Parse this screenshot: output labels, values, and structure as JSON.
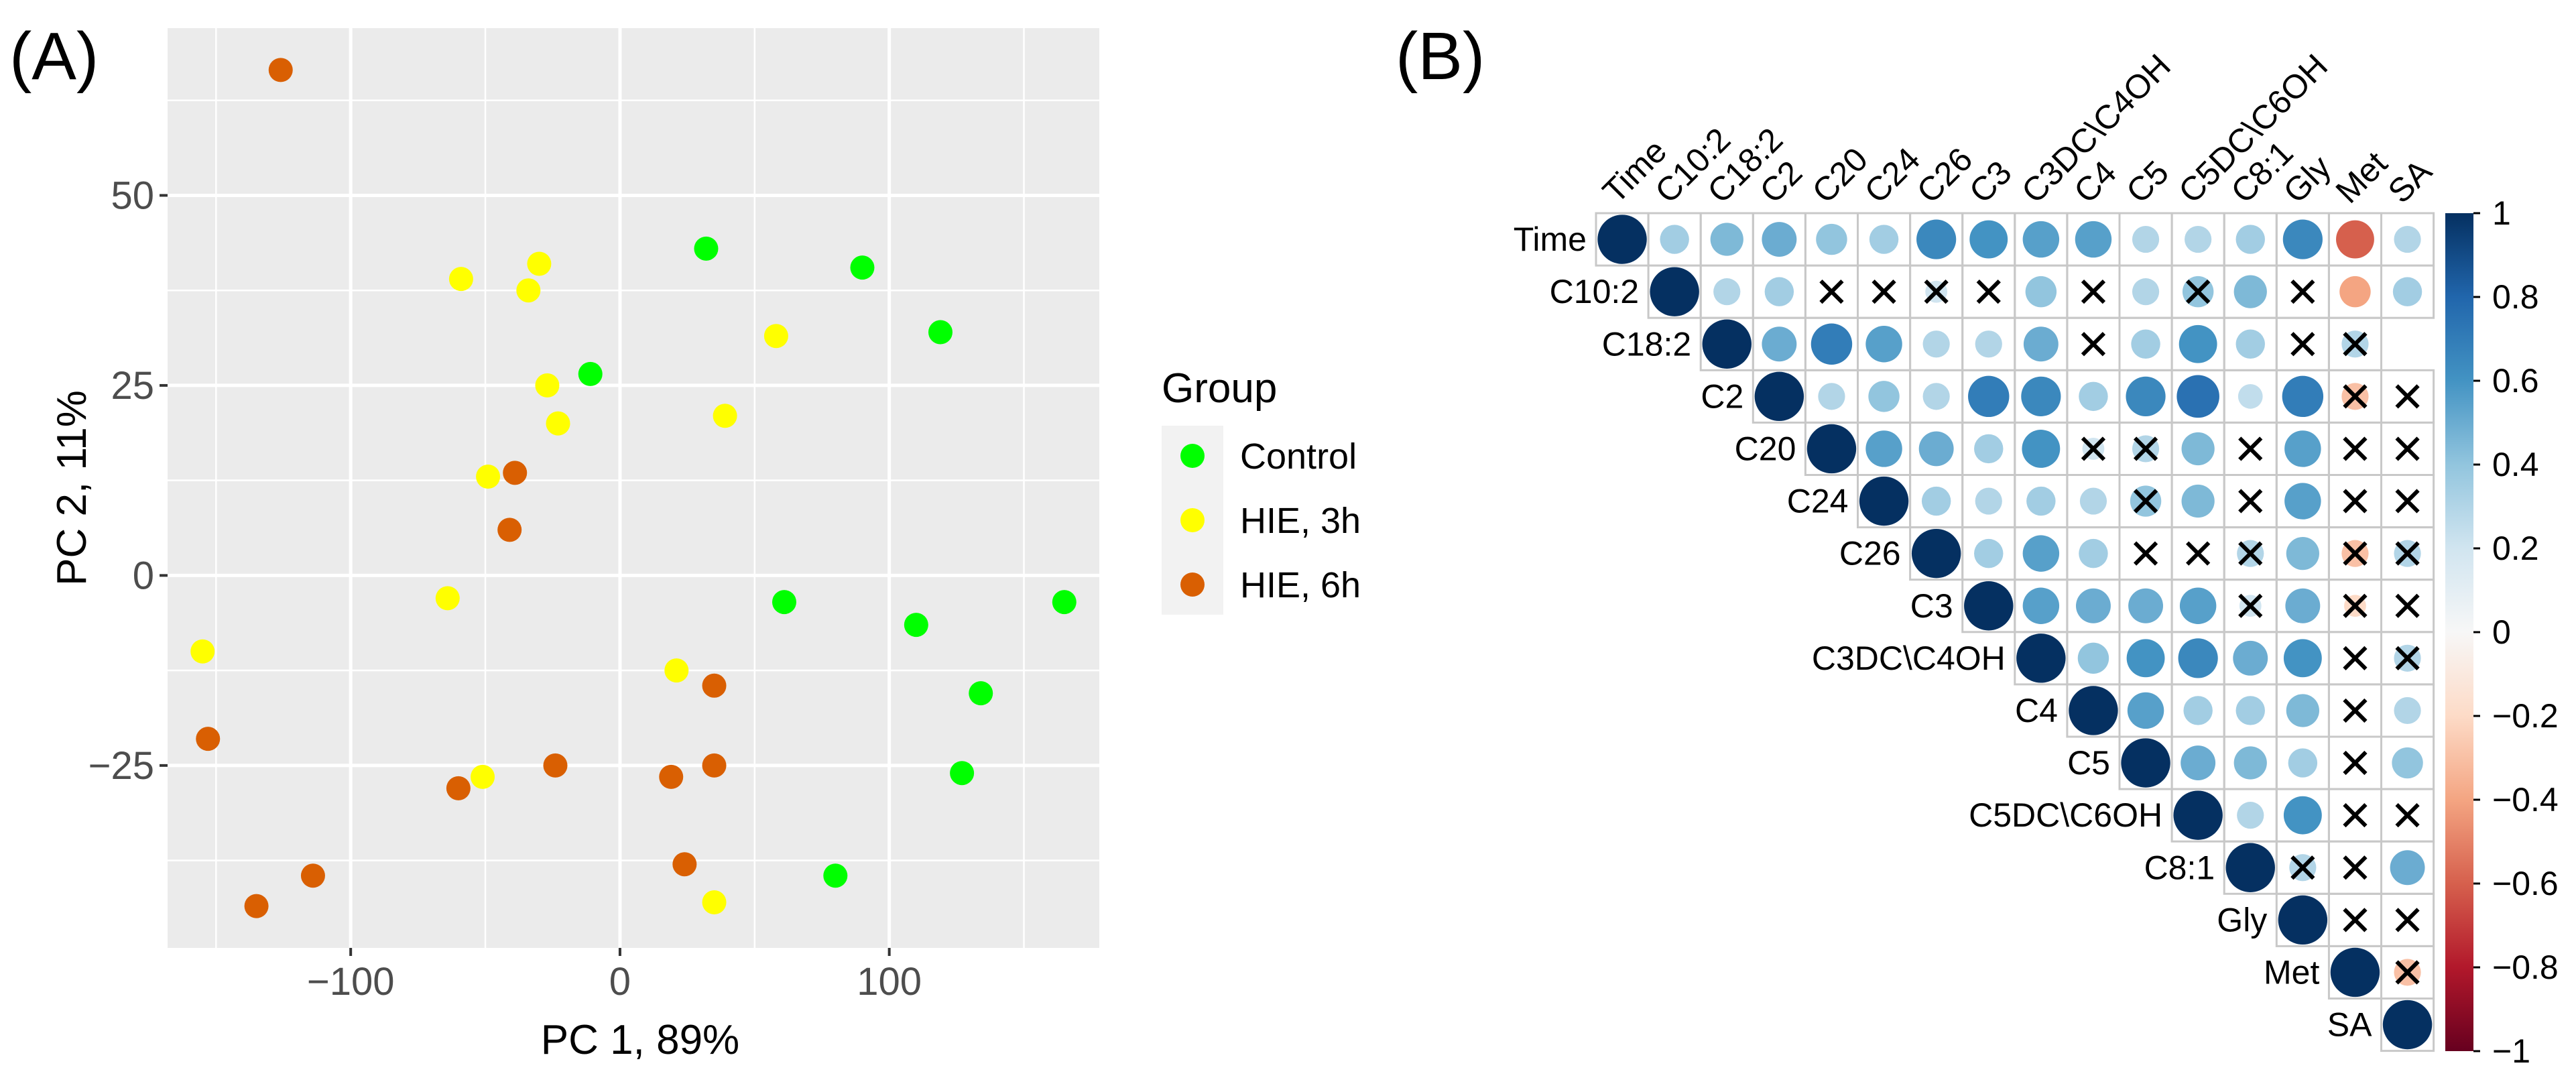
{
  "panels": {
    "a_label": "(A)",
    "b_label": "(B)"
  },
  "pca": {
    "type": "scatter",
    "xlabel": "PC 1, 89%",
    "ylabel": "PC 2, 11%",
    "xlim": [
      -168,
      178
    ],
    "ylim": [
      -49,
      72
    ],
    "xticks": [
      -100,
      0,
      100
    ],
    "xtick_labels": [
      "−100",
      "0",
      "100"
    ],
    "yticks": [
      -25,
      0,
      25,
      50
    ],
    "ytick_labels": [
      "−25",
      "0",
      "25",
      "50"
    ],
    "x_minor": [
      -150,
      -50,
      50,
      150
    ],
    "y_minor": [
      -37.5,
      -12.5,
      12.5,
      37.5,
      62.5
    ],
    "grid": true,
    "panel_background": "#ebebeb",
    "legend": {
      "title": "Group",
      "placement": "right"
    },
    "series": [
      {
        "name": "Control",
        "color": "#00ff00",
        "points": [
          [
            32,
            43
          ],
          [
            90,
            40.5
          ],
          [
            119,
            32
          ],
          [
            -11,
            26.5
          ],
          [
            61,
            -3.5
          ],
          [
            165,
            -3.5
          ],
          [
            110,
            -6.5
          ],
          [
            134,
            -15.5
          ],
          [
            127,
            -26
          ],
          [
            80,
            -39.5
          ]
        ]
      },
      {
        "name": "HIE, 3h",
        "color": "#ffff00",
        "points": [
          [
            -59,
            39
          ],
          [
            -30,
            41
          ],
          [
            -34,
            37.5
          ],
          [
            58,
            31.5
          ],
          [
            -27,
            25
          ],
          [
            -23,
            20
          ],
          [
            39,
            21
          ],
          [
            -49,
            13
          ],
          [
            -64,
            -3
          ],
          [
            -155,
            -10
          ],
          [
            21,
            -12.5
          ],
          [
            -51,
            -26.5
          ],
          [
            35,
            -43
          ]
        ]
      },
      {
        "name": "HIE, 6h",
        "color": "#d95f02",
        "points": [
          [
            -126,
            66.5
          ],
          [
            -39,
            13.5
          ],
          [
            -41,
            6
          ],
          [
            35,
            -14.5
          ],
          [
            -153,
            -21.5
          ],
          [
            -24,
            -25
          ],
          [
            35,
            -25
          ],
          [
            19,
            -26.5
          ],
          [
            -60,
            -28
          ],
          [
            24,
            -38
          ],
          [
            -114,
            -39.5
          ],
          [
            -135,
            -43.5
          ]
        ]
      }
    ]
  },
  "corrplot": {
    "type": "heatmap",
    "variables": [
      "Time",
      "C10:2",
      "C18:2",
      "C2",
      "C20",
      "C24",
      "C26",
      "C3",
      "C3DC\\C4OH",
      "C4",
      "C5",
      "C5DC\\C6OH",
      "C8:1",
      "Gly",
      "Met",
      "SA"
    ],
    "colorbar": {
      "range": [
        -1,
        1
      ],
      "ticks": [
        1,
        0.8,
        0.6,
        0.4,
        0.2,
        0,
        -0.2,
        -0.4,
        -0.6,
        -0.8,
        -1
      ],
      "tick_labels": [
        "1",
        "0.8",
        "0.6",
        "0.4",
        "0.2",
        "0",
        "−0.2",
        "−0.4",
        "−0.6",
        "−0.8",
        "−1"
      ],
      "colors": [
        "#67001f",
        "#b2182b",
        "#d6604d",
        "#f4a582",
        "#fddbc7",
        "#f7f7f7",
        "#d1e5f0",
        "#92c5de",
        "#4393c3",
        "#2166ac",
        "#053061"
      ]
    },
    "nonsignificant_marker": "✕",
    "rows": [
      [
        1,
        0.35,
        0.45,
        0.5,
        0.4,
        0.35,
        0.65,
        0.6,
        0.55,
        0.55,
        0.3,
        0.3,
        0.35,
        0.65,
        -0.6,
        0.3
      ],
      [
        1,
        0.3,
        0.35,
        "x",
        "x",
        "x:0.2",
        "x",
        0.4,
        "x",
        0.3,
        "x:0.4",
        0.45,
        "x",
        -0.4,
        0.35
      ],
      [
        1,
        0.5,
        0.7,
        0.55,
        0.3,
        0.3,
        0.5,
        "x",
        0.35,
        0.6,
        0.35,
        "x",
        "x:0.3"
      ],
      [
        1,
        0.3,
        0.4,
        0.3,
        0.7,
        0.65,
        0.35,
        0.65,
        0.75,
        0.25,
        0.7,
        "x:-0.3",
        "x"
      ],
      [
        1,
        0.55,
        0.5,
        0.35,
        0.6,
        "x:0.2",
        "x:0.3",
        0.45,
        "x",
        0.55,
        "x",
        "x"
      ],
      [
        1,
        0.35,
        0.3,
        0.35,
        0.3,
        "x:0.4",
        0.45,
        "x",
        0.55,
        "x",
        "x"
      ],
      [
        1,
        0.35,
        0.55,
        0.35,
        "x",
        "x",
        "x:0.3",
        0.45,
        "x:-0.3",
        "x:0.3"
      ],
      [
        1,
        0.55,
        0.5,
        0.5,
        0.55,
        "x:0.2",
        0.5,
        "x:-0.2",
        "x"
      ],
      [
        1,
        0.4,
        0.6,
        0.65,
        0.5,
        0.6,
        "x",
        "x:0.3"
      ],
      [
        1,
        0.55,
        0.35,
        0.35,
        0.45,
        "x",
        0.3
      ],
      [
        1,
        0.5,
        0.45,
        0.35,
        "x",
        0.4
      ],
      [
        1,
        0.3,
        0.6,
        "x",
        "x"
      ],
      [
        1,
        "x:0.3",
        "x",
        0.5
      ],
      [
        1,
        "x",
        "x"
      ],
      [
        1,
        "x:-0.3"
      ],
      [
        1
      ]
    ]
  }
}
